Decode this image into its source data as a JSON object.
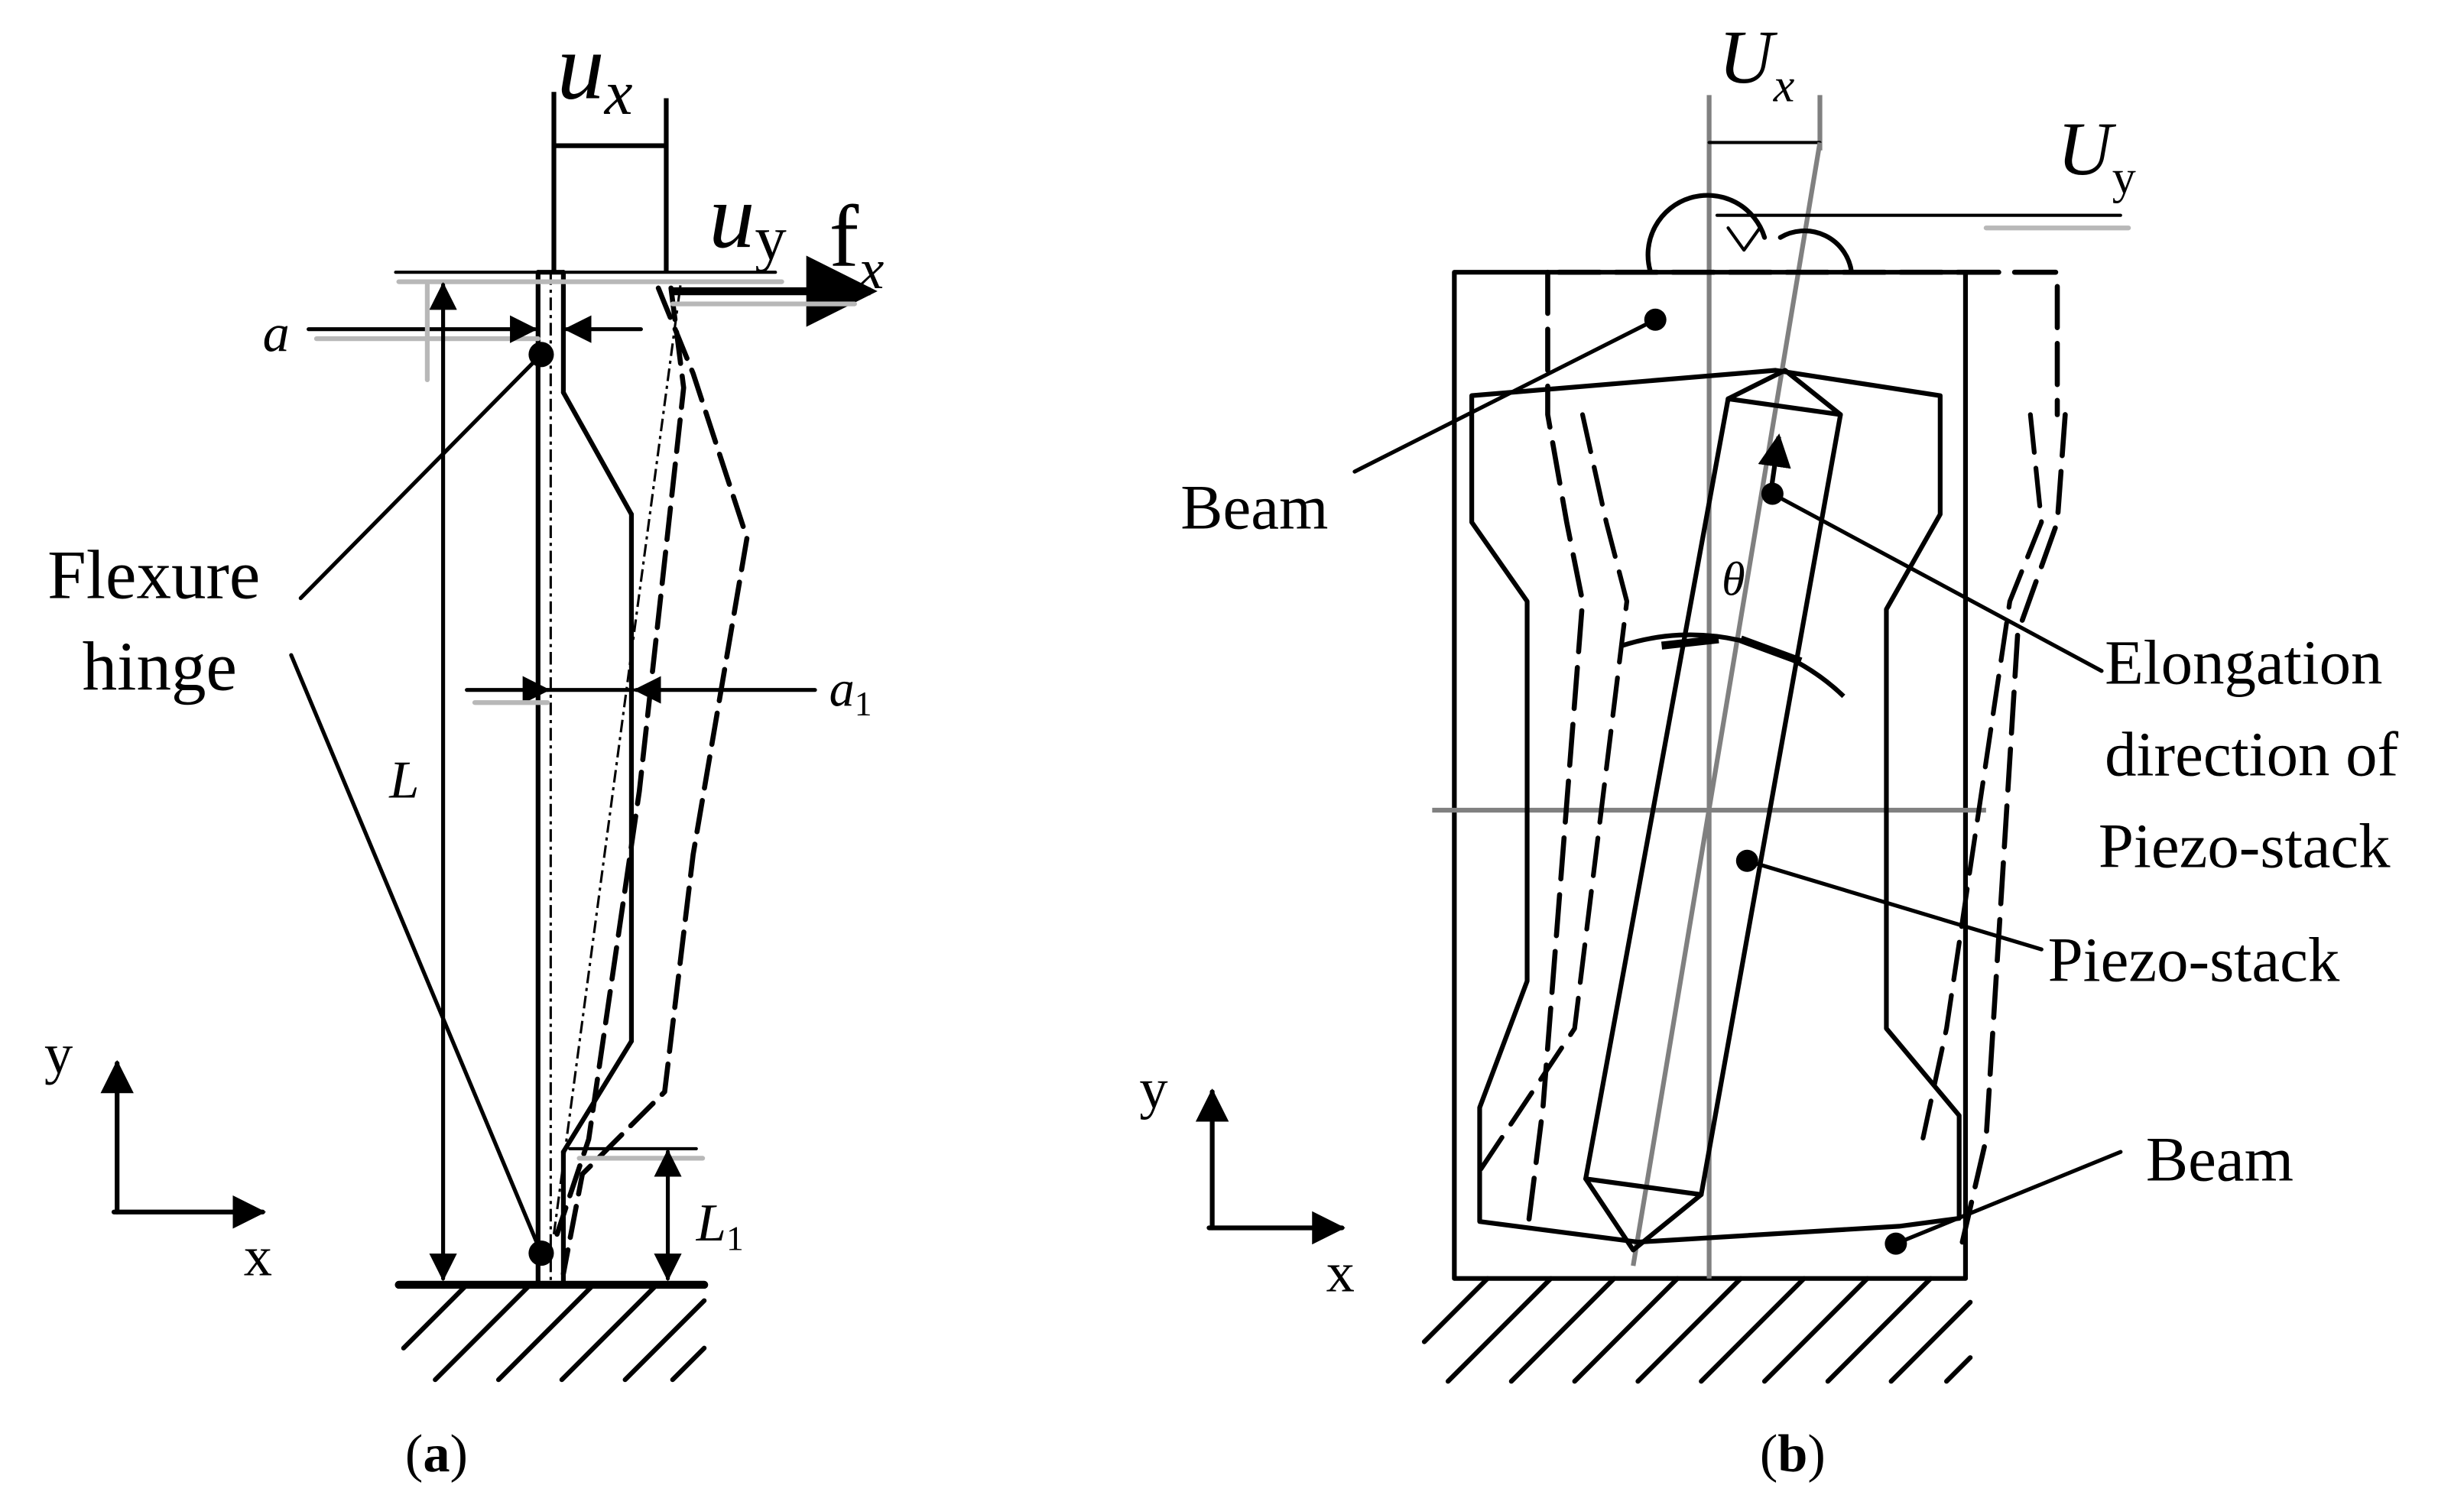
{
  "panel_a": {
    "caption_open": "(",
    "caption_letter": "a",
    "caption_close": ")",
    "label_ux_main": "u",
    "label_ux_sub": "x",
    "label_uy_main": "u",
    "label_uy_sub": "y",
    "label_fx_main": "f",
    "label_fx_sub": "x",
    "label_a": "a",
    "label_a1_main": "a",
    "label_a1_sub": "1",
    "label_L": "L",
    "label_L1_main": "L",
    "label_L1_sub": "1",
    "label_flexure_line1": "Flexure",
    "label_flexure_line2": "hinge",
    "axis_y": "y",
    "axis_x": "x"
  },
  "panel_b": {
    "caption_open": "(",
    "caption_letter": "b",
    "caption_close": ")",
    "label_Ux_main": "U",
    "label_Ux_sub": "x",
    "label_Uy_main": "U",
    "label_Uy_sub": "y",
    "label_theta": "θ",
    "label_beam_top": "Beam",
    "label_beam_bottom": "Beam",
    "label_elongation_line1": "Elongation",
    "label_elongation_line2": "direction of",
    "label_elongation_line3": "Piezo-stack",
    "label_piezo": "Piezo-stack",
    "axis_y": "y",
    "axis_x": "x"
  }
}
